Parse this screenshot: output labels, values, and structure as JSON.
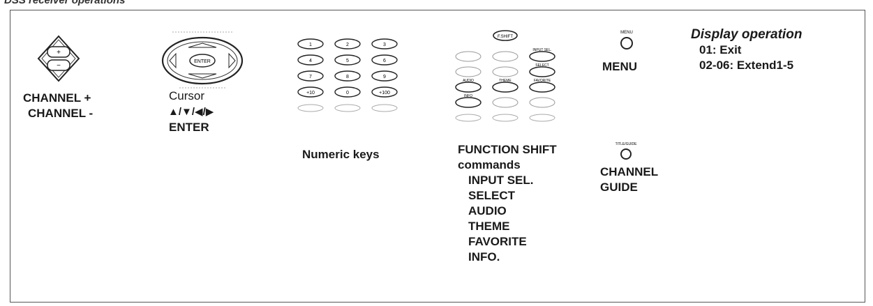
{
  "section_title": "DSS receiver operations",
  "channel": {
    "plus_label": "CHANNEL +",
    "minus_label": "CHANNEL -"
  },
  "cursor": {
    "title": "Cursor",
    "arrows": "▲/▼/◀/▶",
    "enter_label": "ENTER",
    "enter_key_text": "ENTER"
  },
  "numeric": {
    "label": "Numeric keys",
    "keys": [
      "1",
      "2",
      "3",
      "4",
      "5",
      "6",
      "7",
      "8",
      "9",
      "+10",
      "0",
      "+100"
    ]
  },
  "function_shift": {
    "label_line1": "FUNCTION SHIFT",
    "label_line2": "commands",
    "commands": [
      "INPUT SEL.",
      "SELECT",
      "AUDIO",
      "THEME",
      "FAVORITE",
      "INFO."
    ],
    "top_key": "F.SHIFT",
    "key_captions": {
      "input_sel": "INPUT SEL.",
      "select": "SELECT",
      "audio": "AUDIO",
      "theme": "THEME",
      "favorite": "FAVORITE",
      "info": "INFO"
    }
  },
  "menu": {
    "label": "MENU",
    "key_caption": "MENU"
  },
  "channel_guide": {
    "line1": "CHANNEL",
    "line2": "GUIDE",
    "key_caption": "TITLE/GUIDE"
  },
  "display_operation": {
    "title": "Display operation",
    "items": [
      "01: Exit",
      "02-06: Extend1-5"
    ]
  }
}
